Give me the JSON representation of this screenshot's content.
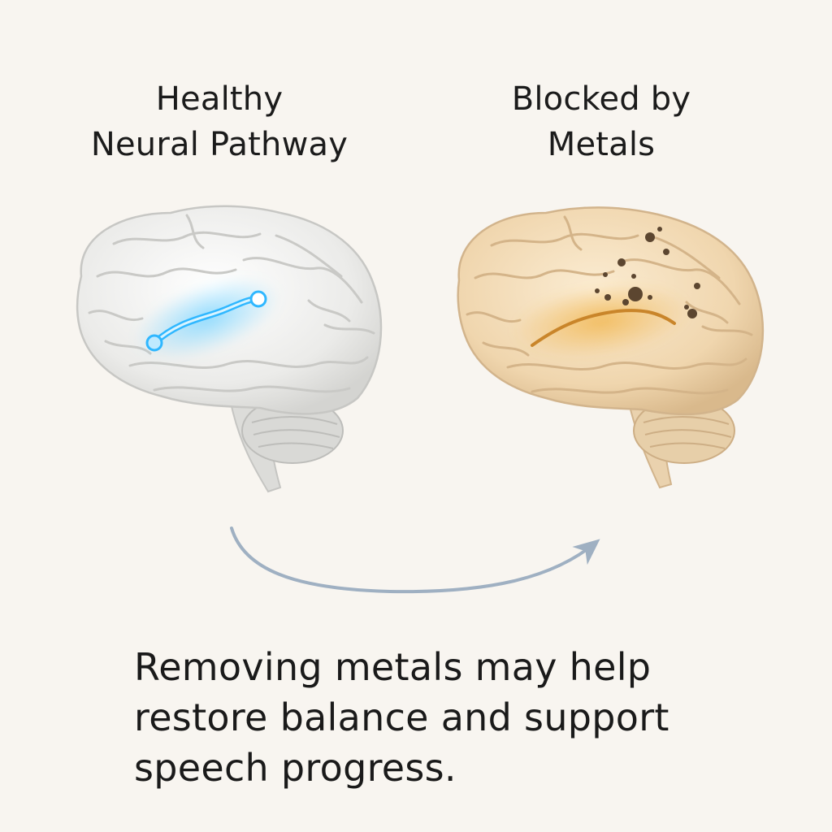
{
  "left_panel": {
    "title_lines": [
      "Healthy",
      "Neural Pathway"
    ],
    "pathway_color": "#2fb7ff",
    "brain_tone": "#e9e9e7"
  },
  "right_panel": {
    "title_lines": [
      "Blocked by",
      "Metals"
    ],
    "pathway_color": "#e5a93a",
    "brain_tone": "#f1d9b4",
    "deposit_color": "#5c4630"
  },
  "transition_arrow": {
    "color": "#9fb0c2"
  },
  "caption": {
    "lines": [
      "Removing metals may help",
      "restore balance and support",
      "speech progress."
    ]
  }
}
